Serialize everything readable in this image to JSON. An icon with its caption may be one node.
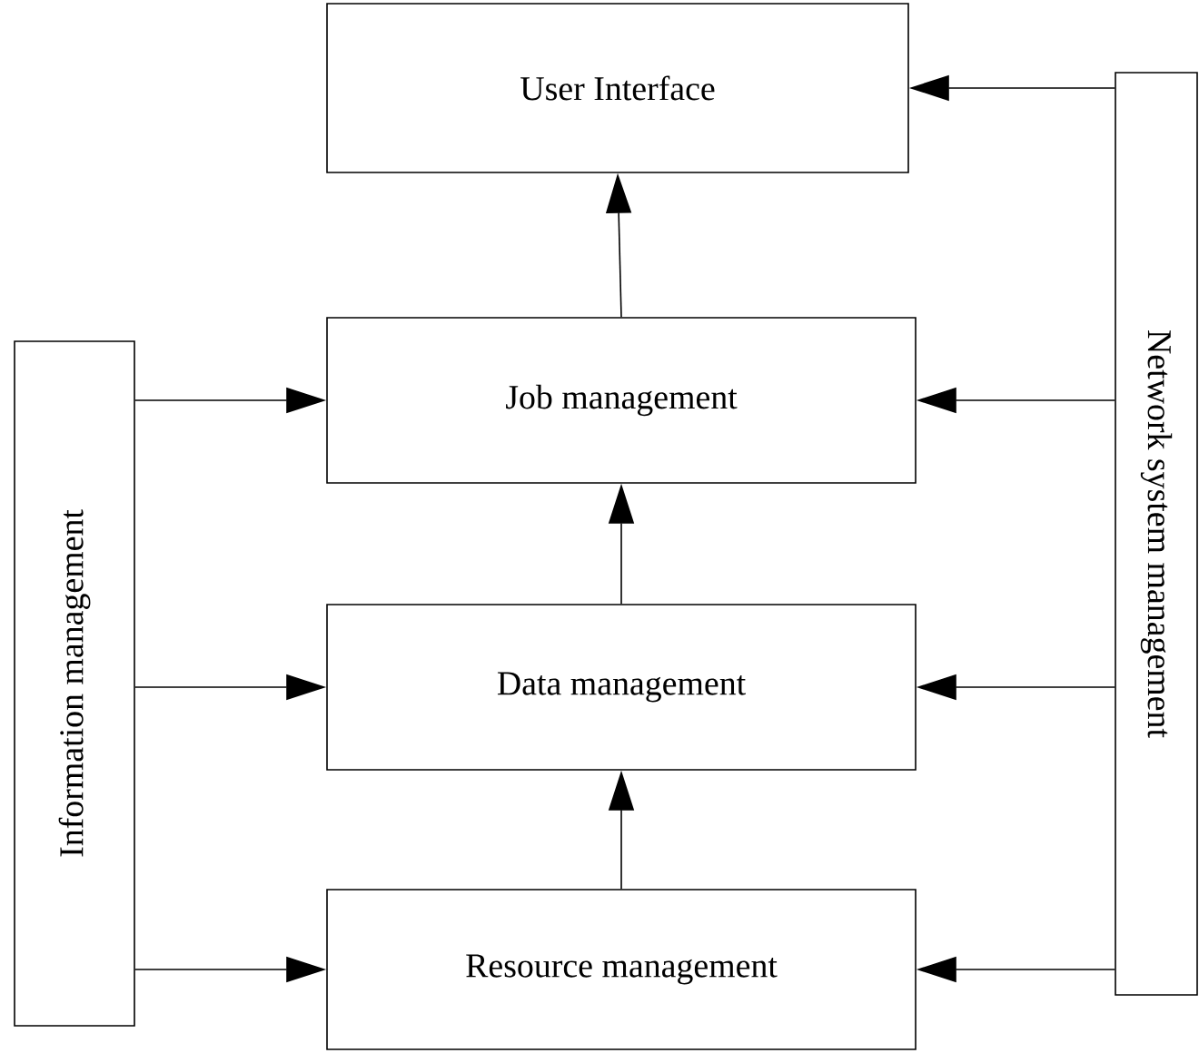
{
  "diagram": {
    "nodes": [
      {
        "text": [
          "User Interface"
        ]
      },
      {
        "text": [
          "Job management"
        ]
      },
      {
        "text": [
          "Data management"
        ]
      },
      {
        "text": [
          "Resource management"
        ]
      },
      {
        "text": [
          "Information management"
        ]
      },
      {
        "text": [
          "Network system management"
        ]
      }
    ],
    "edges": [
      {
        "from": 1,
        "to": 0,
        "arrow": "to"
      },
      {
        "from": 2,
        "to": 1,
        "arrow": "to"
      },
      {
        "from": 3,
        "to": 2,
        "arrow": "to"
      },
      {
        "from": 4,
        "to": 1,
        "arrow": "to"
      },
      {
        "from": 4,
        "to": 2,
        "arrow": "to"
      },
      {
        "from": 4,
        "to": 3,
        "arrow": "to"
      },
      {
        "from": 5,
        "to": 0,
        "arrow": "to"
      },
      {
        "from": 5,
        "to": 1,
        "arrow": "to"
      },
      {
        "from": 5,
        "to": 2,
        "arrow": "to"
      },
      {
        "from": 5,
        "to": 3,
        "arrow": "to"
      }
    ]
  }
}
